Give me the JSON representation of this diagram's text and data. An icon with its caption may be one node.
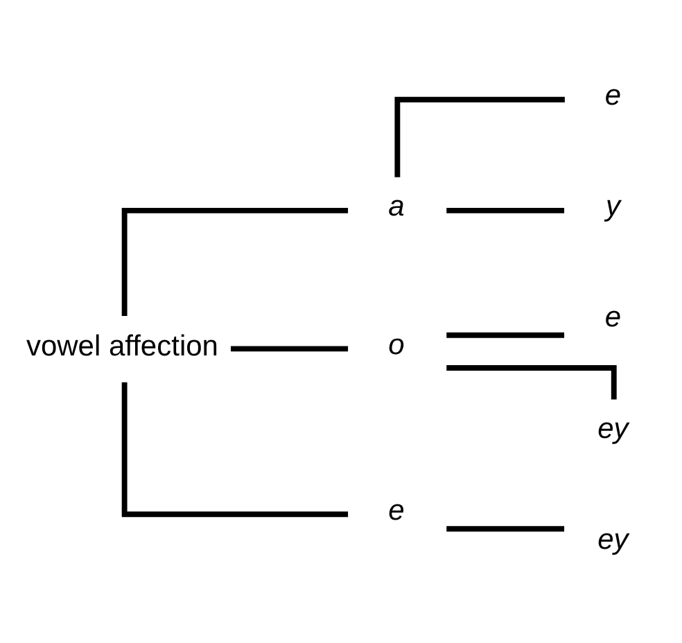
{
  "diagram": {
    "nodes": [
      {
        "text": [
          "vowel affection"
        ]
      },
      {
        "text": [
          "a"
        ]
      },
      {
        "text": [
          "e"
        ]
      },
      {
        "text": [
          "y"
        ]
      },
      {
        "text": [
          "o"
        ]
      },
      {
        "text": [
          "e"
        ]
      },
      {
        "text": [
          "ey"
        ]
      },
      {
        "text": [
          "e"
        ]
      },
      {
        "text": [
          "ey"
        ]
      }
    ],
    "edges": [
      {
        "from": 0,
        "to": 1,
        "arrow": "none"
      },
      {
        "from": 0,
        "to": 4,
        "arrow": "none"
      },
      {
        "from": 0,
        "to": 7,
        "arrow": "none"
      },
      {
        "from": 1,
        "to": 2,
        "arrow": "none"
      },
      {
        "from": 1,
        "to": 3,
        "arrow": "none"
      },
      {
        "from": 4,
        "to": 5,
        "arrow": "none"
      },
      {
        "from": 4,
        "to": 6,
        "arrow": "none"
      },
      {
        "from": 7,
        "to": 8,
        "arrow": "none"
      }
    ]
  }
}
